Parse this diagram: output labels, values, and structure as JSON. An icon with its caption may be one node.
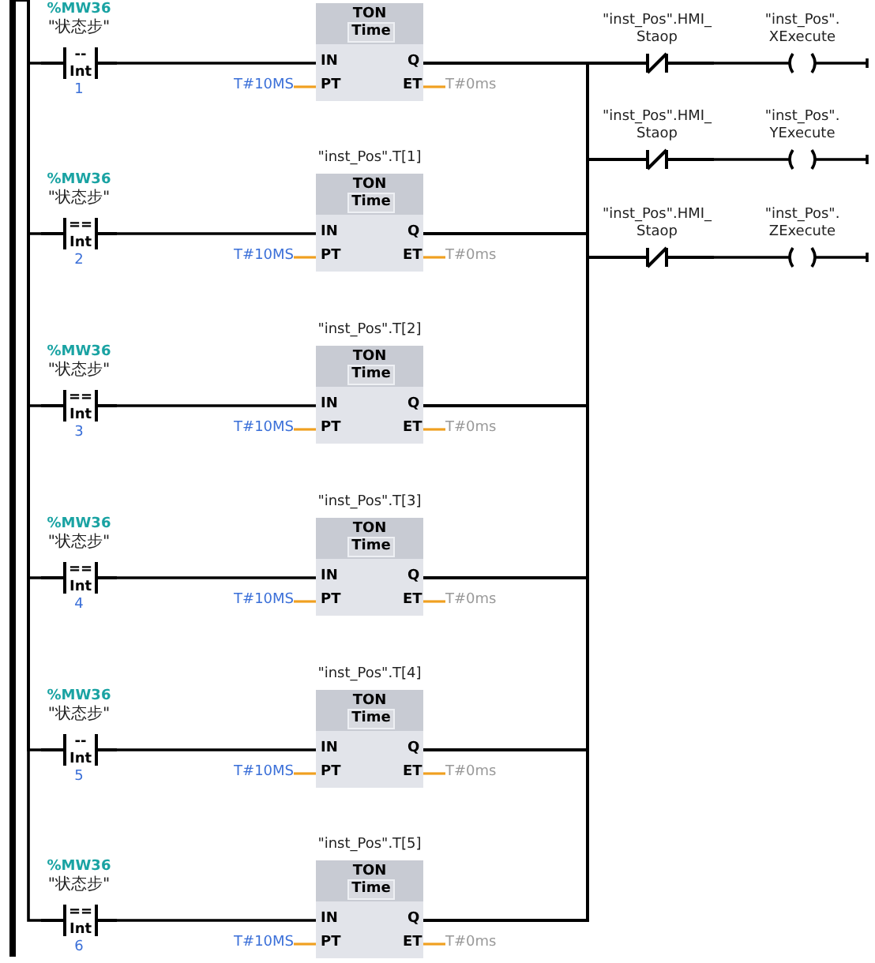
{
  "diagram": {
    "nodes": [
      {
        "text": [],
        "shape": "bar"
      },
      {
        "text": [
          "%MW36",
          "\"状态步\"",
          "--",
          "Int",
          "1"
        ]
      },
      {
        "text": [
          "%MW36",
          "\"状态步\"",
          "==",
          "Int",
          "2"
        ]
      },
      {
        "text": [
          "%MW36",
          "\"状态步\"",
          "==",
          "Int",
          "3"
        ]
      },
      {
        "text": [
          "%MW36",
          "\"状态步\"",
          "==",
          "Int",
          "4"
        ]
      },
      {
        "text": [
          "%MW36",
          "\"状态步\"",
          "--",
          "Int",
          "5"
        ]
      },
      {
        "text": [
          "%MW36",
          "\"状态步\"",
          "==",
          "Int",
          "6"
        ]
      },
      {
        "text": [
          "TON",
          "Time",
          "IN",
          "Q",
          "PT",
          "ET"
        ]
      },
      {
        "text": [
          "TON",
          "Time",
          "IN",
          "Q",
          "PT",
          "ET"
        ],
        "beside": [
          "\"inst_Pos\".T[1]"
        ]
      },
      {
        "text": [
          "TON",
          "Time",
          "IN",
          "Q",
          "PT",
          "ET"
        ],
        "beside": [
          "\"inst_Pos\".T[2]"
        ]
      },
      {
        "text": [
          "TON",
          "Time",
          "IN",
          "Q",
          "PT",
          "ET"
        ],
        "beside": [
          "\"inst_Pos\".T[3]"
        ]
      },
      {
        "text": [
          "TON",
          "Time",
          "IN",
          "Q",
          "PT",
          "ET"
        ],
        "beside": [
          "\"inst_Pos\".T[4]"
        ]
      },
      {
        "text": [
          "TON",
          "Time",
          "IN",
          "Q",
          "PT",
          "ET"
        ],
        "beside": [
          "\"inst_Pos\".T[5]"
        ]
      },
      {
        "text": [
          "T#10MS"
        ]
      },
      {
        "text": [
          "T#10MS"
        ]
      },
      {
        "text": [
          "T#10MS"
        ]
      },
      {
        "text": [
          "T#10MS"
        ]
      },
      {
        "text": [
          "T#10MS"
        ]
      },
      {
        "text": [
          "T#10MS"
        ]
      },
      {
        "text": [
          "T#0ms"
        ]
      },
      {
        "text": [
          "T#0ms"
        ]
      },
      {
        "text": [
          "T#0ms"
        ]
      },
      {
        "text": [
          "T#0ms"
        ]
      },
      {
        "text": [
          "T#0ms"
        ]
      },
      {
        "text": [
          "T#0ms"
        ]
      },
      {
        "text": [
          "\"inst_Pos\".HMI_ Staop"
        ]
      },
      {
        "text": [
          "\"inst_Pos\".HMI_ Staop"
        ]
      },
      {
        "text": [
          "\"inst_Pos\".HMI_ Staop"
        ]
      },
      {
        "text": [
          "\"inst_Pos\". XExecute"
        ]
      },
      {
        "text": [
          "\"inst_Pos\". YExecute"
        ]
      },
      {
        "text": [
          "\"inst_Pos\". ZExecute"
        ]
      }
    ],
    "edges": [
      {
        "from": 0,
        "to": 1,
        "arrow": "none"
      },
      {
        "from": 0,
        "to": 2,
        "arrow": "none"
      },
      {
        "from": 0,
        "to": 3,
        "arrow": "none"
      },
      {
        "from": 0,
        "to": 4,
        "arrow": "none"
      },
      {
        "from": 0,
        "to": 5,
        "arrow": "none"
      },
      {
        "from": 0,
        "to": 6,
        "arrow": "none"
      },
      {
        "from": 1,
        "to": 7,
        "arrow": "none"
      },
      {
        "from": 2,
        "to": 8,
        "arrow": "none"
      },
      {
        "from": 3,
        "to": 9,
        "arrow": "none"
      },
      {
        "from": 4,
        "to": 10,
        "arrow": "none"
      },
      {
        "from": 5,
        "to": 11,
        "arrow": "none"
      },
      {
        "from": 6,
        "to": 12,
        "arrow": "none"
      },
      {
        "from": 13,
        "to": 7,
        "arrow": "none",
        "color": "#f0a020"
      },
      {
        "from": 14,
        "to": 8,
        "arrow": "none",
        "color": "#f0a020"
      },
      {
        "from": 15,
        "to": 9,
        "arrow": "none",
        "color": "#f0a020"
      },
      {
        "from": 16,
        "to": 10,
        "arrow": "none",
        "color": "#f0a020"
      },
      {
        "from": 17,
        "to": 11,
        "arrow": "none",
        "color": "#f0a020"
      },
      {
        "from": 18,
        "to": 12,
        "arrow": "none",
        "color": "#f0a020"
      },
      {
        "from": 7,
        "to": 19,
        "arrow": "none",
        "color": "#f0a020"
      },
      {
        "from": 8,
        "to": 20,
        "arrow": "none",
        "color": "#f0a020"
      },
      {
        "from": 9,
        "to": 21,
        "arrow": "none",
        "color": "#f0a020"
      },
      {
        "from": 10,
        "to": 22,
        "arrow": "none",
        "color": "#f0a020"
      },
      {
        "from": 11,
        "to": 23,
        "arrow": "none",
        "color": "#f0a020"
      },
      {
        "from": 12,
        "to": 24,
        "arrow": "none",
        "color": "#f0a020"
      },
      {
        "from": 7,
        "to": 25,
        "arrow": "none"
      },
      {
        "from": 7,
        "to": 26,
        "arrow": "none"
      },
      {
        "from": 7,
        "to": 27,
        "arrow": "none"
      },
      {
        "from": 8,
        "to": 25,
        "arrow": "none"
      },
      {
        "from": 8,
        "to": 26,
        "arrow": "none"
      },
      {
        "from": 8,
        "to": 27,
        "arrow": "none"
      },
      {
        "from": 9,
        "to": 25,
        "arrow": "none"
      },
      {
        "from": 9,
        "to": 26,
        "arrow": "none"
      },
      {
        "from": 9,
        "to": 27,
        "arrow": "none"
      },
      {
        "from": 10,
        "to": 25,
        "arrow": "none"
      },
      {
        "from": 10,
        "to": 26,
        "arrow": "none"
      },
      {
        "from": 10,
        "to": 27,
        "arrow": "none"
      },
      {
        "from": 11,
        "to": 25,
        "arrow": "none"
      },
      {
        "from": 11,
        "to": 26,
        "arrow": "none"
      },
      {
        "from": 11,
        "to": 27,
        "arrow": "none"
      },
      {
        "from": 12,
        "to": 25,
        "arrow": "none"
      },
      {
        "from": 12,
        "to": 26,
        "arrow": "none"
      },
      {
        "from": 12,
        "to": 27,
        "arrow": "none"
      },
      {
        "from": 25,
        "to": 28,
        "arrow": "none"
      },
      {
        "from": 26,
        "to": 29,
        "arrow": "none"
      },
      {
        "from": 27,
        "to": 30,
        "arrow": "none"
      },
      {
        "from": 28,
        "to": null,
        "arrow": "none"
      },
      {
        "from": 29,
        "to": null,
        "arrow": "none"
      },
      {
        "from": 30,
        "to": null,
        "arrow": "none"
      }
    ]
  }
}
